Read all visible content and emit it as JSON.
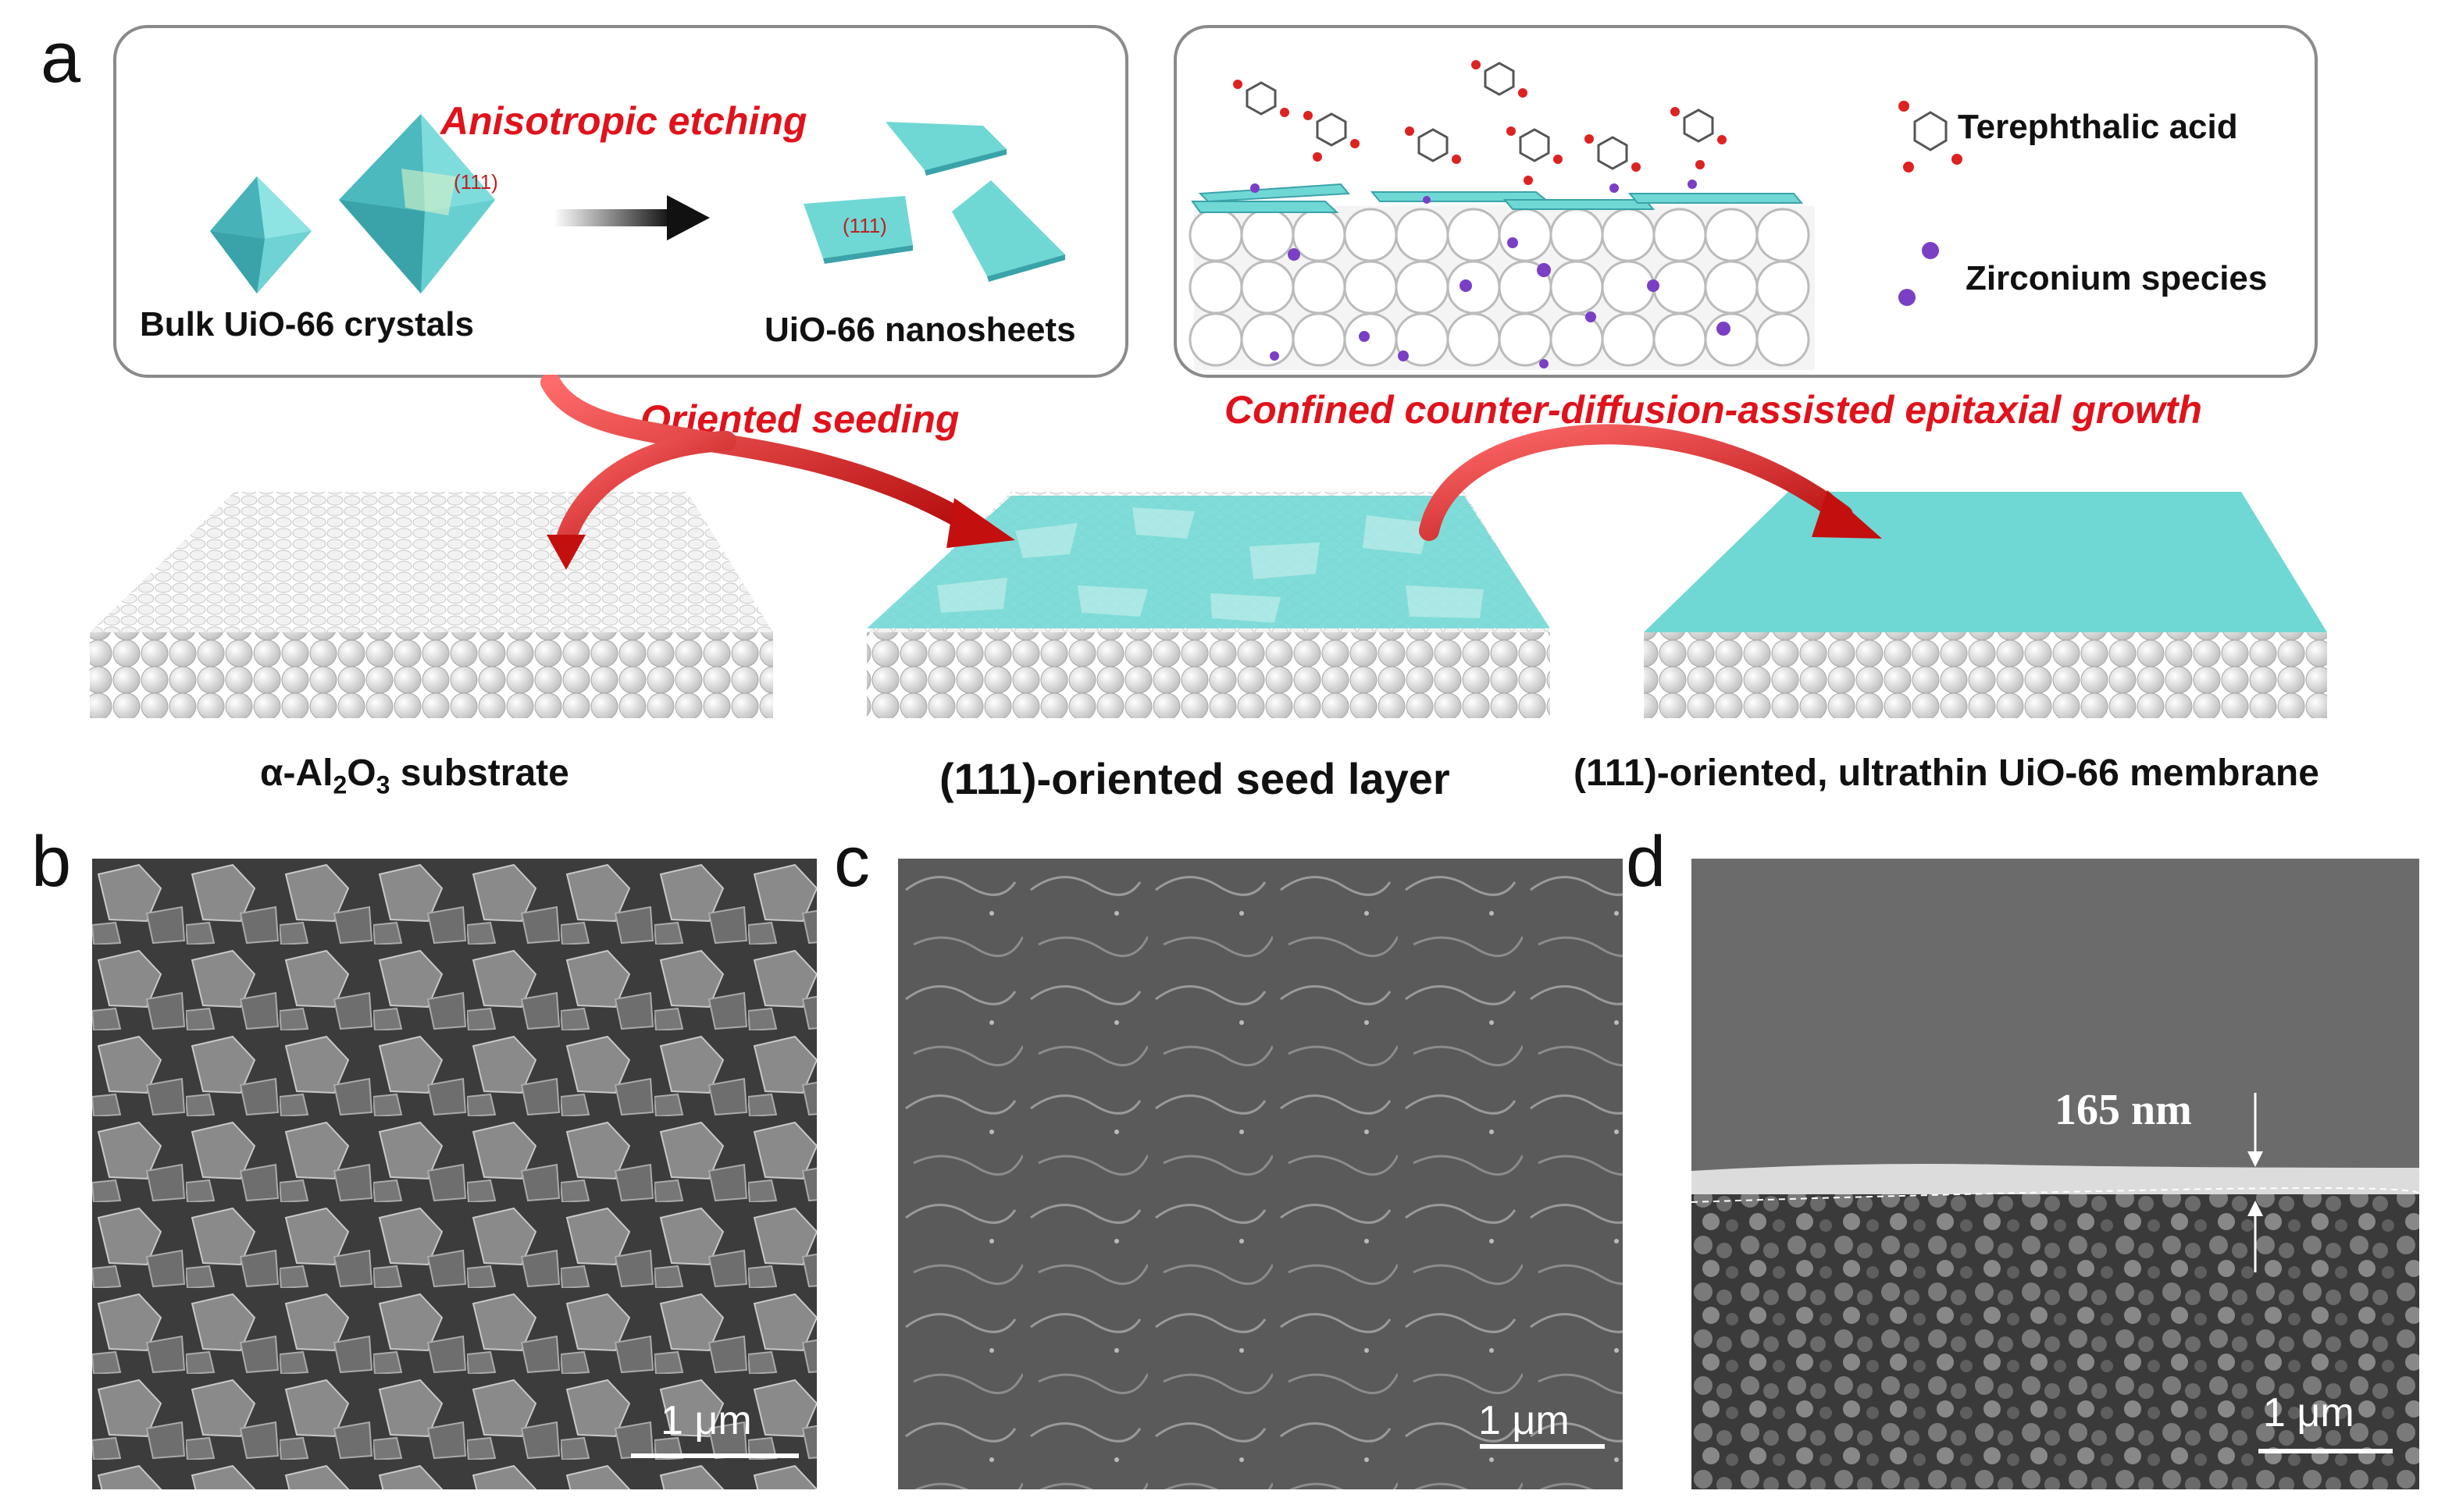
{
  "panel_labels": {
    "a": "a",
    "b": "b",
    "c": "c",
    "d": "d"
  },
  "top_left_box": {
    "title": "Anisotropic etching",
    "crystal_face": "(111)",
    "sheet_face": "(111)",
    "left_caption": "Bulk UiO-66 crystals",
    "right_caption": "UiO-66 nanosheets"
  },
  "top_right_box": {
    "legend_acid": "Terephthalic acid",
    "legend_zr": "Zirconium species"
  },
  "process_labels": {
    "oriented_seeding": "Oriented seeding",
    "epitaxial_growth": "Confined counter-diffusion-assisted epitaxial growth"
  },
  "substrates": {
    "left_caption_prefix": "α-Al",
    "left_caption_sub1": "2",
    "left_caption_mid": "O",
    "left_caption_sub2": "3",
    "left_caption_suffix": " substrate",
    "middle_caption": "(111)-oriented seed layer",
    "right_caption": "(111)-oriented, ultrathin UiO-66 membrane"
  },
  "sem": {
    "b_scale": "1 μm",
    "c_scale": "1 μm",
    "d_scale": "1 μm",
    "d_thickness": "165 nm"
  },
  "colors": {
    "accent_red": "#e0121b",
    "teal": "#6fd8d4",
    "sphere": "#e8e8e8"
  }
}
